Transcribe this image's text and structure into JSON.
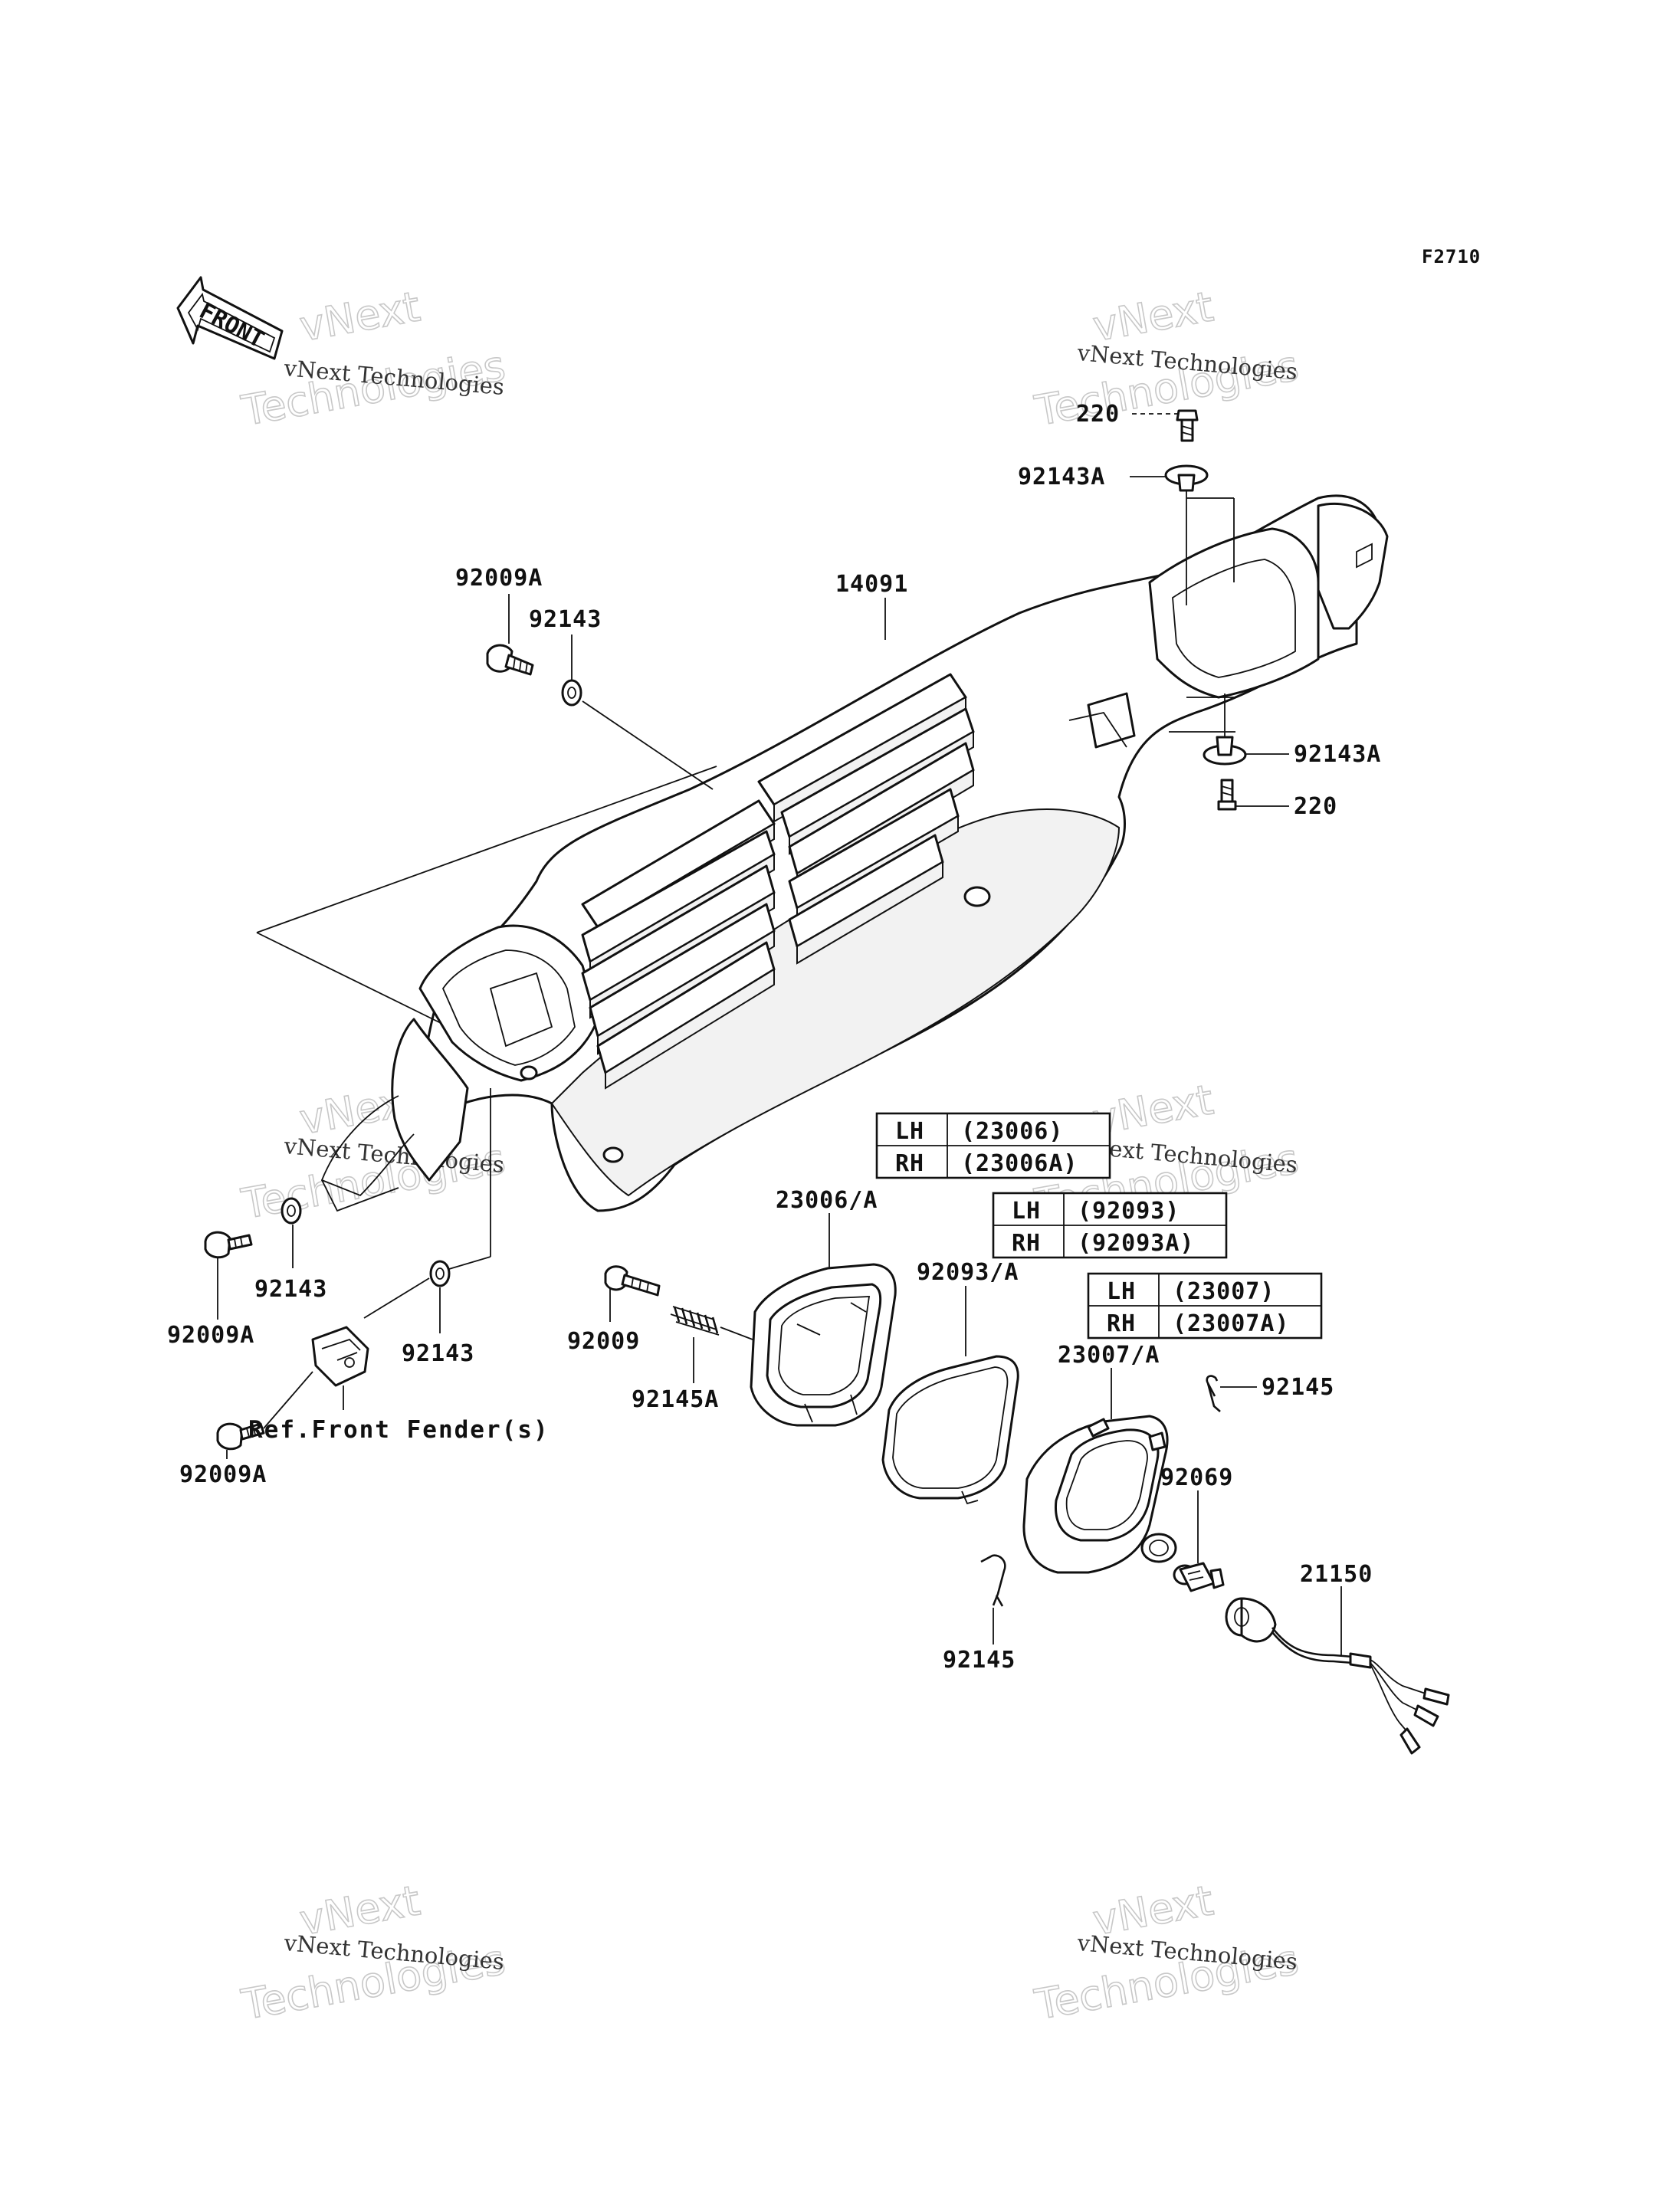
{
  "figure_code": "F2710",
  "front_arrow": {
    "label": "FRONT"
  },
  "watermarks": {
    "top_left": {
      "line1": "vNext",
      "line2": "Technologies",
      "small": "vNext Technologies"
    },
    "top_right": {
      "line1": "vNext",
      "line2": "Technologies",
      "small": "vNext Technologies"
    },
    "mid_left": {
      "line1": "vNext",
      "line2": "Technologies",
      "small": "vNext Technologies"
    },
    "mid_right": {
      "line1": "vNext",
      "line2": "Technologies",
      "small": "vNext Technologies"
    },
    "bottom_left": {
      "line1": "vNext",
      "line2": "Technologies",
      "small": "vNext Technologies"
    },
    "bottom_right": {
      "line1": "vNext",
      "line2": "Technologies",
      "small": "vNext Technologies"
    }
  },
  "parts": {
    "p220_top": "220",
    "p92143A_top": "92143A",
    "p14091": "14091",
    "p92009A_top": "92009A",
    "p92143_top": "92143",
    "p92143A_right": "92143A",
    "p220_right": "220",
    "p92143_mid": "92143",
    "p92009A_mid": "92009A",
    "p92143_low": "92143",
    "p92009A_bottom": "92009A",
    "ref_front_fender": "Ref.Front Fender(s)",
    "p92009": "92009",
    "p92145A": "92145A",
    "p23006A": "23006/A",
    "p92093A": "92093/A",
    "p23007A": "23007/A",
    "p92145_right": "92145",
    "p92069": "92069",
    "p21150": "21150",
    "p92145_bottom": "92145"
  },
  "side_tables": [
    {
      "rows": [
        {
          "side": "LH",
          "part": "(23006)"
        },
        {
          "side": "RH",
          "part": "(23006A)"
        }
      ]
    },
    {
      "rows": [
        {
          "side": "LH",
          "part": "(92093)"
        },
        {
          "side": "RH",
          "part": "(92093A)"
        }
      ]
    },
    {
      "rows": [
        {
          "side": "LH",
          "part": "(23007)"
        },
        {
          "side": "RH",
          "part": "(23007A)"
        }
      ]
    }
  ]
}
